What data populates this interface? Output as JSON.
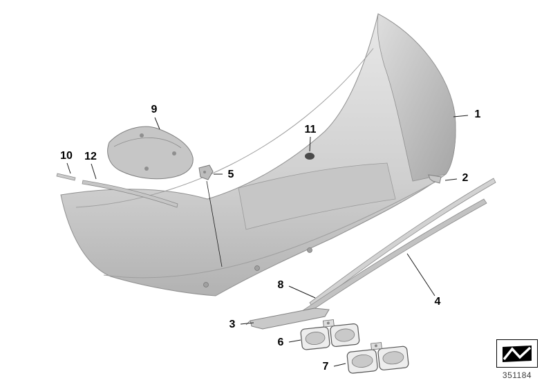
{
  "figure": {
    "callouts": [
      "1",
      "2",
      "3",
      "4",
      "5",
      "6",
      "7",
      "8",
      "9",
      "10",
      "11",
      "12"
    ],
    "part_number": "351184",
    "colors": {
      "line": "#1a1a1a",
      "part_fill_light": "#d9d9d9",
      "part_fill_mid": "#bdbdbd",
      "background": "#ffffff"
    },
    "icons": [
      "diagram-logo-icon"
    ]
  }
}
